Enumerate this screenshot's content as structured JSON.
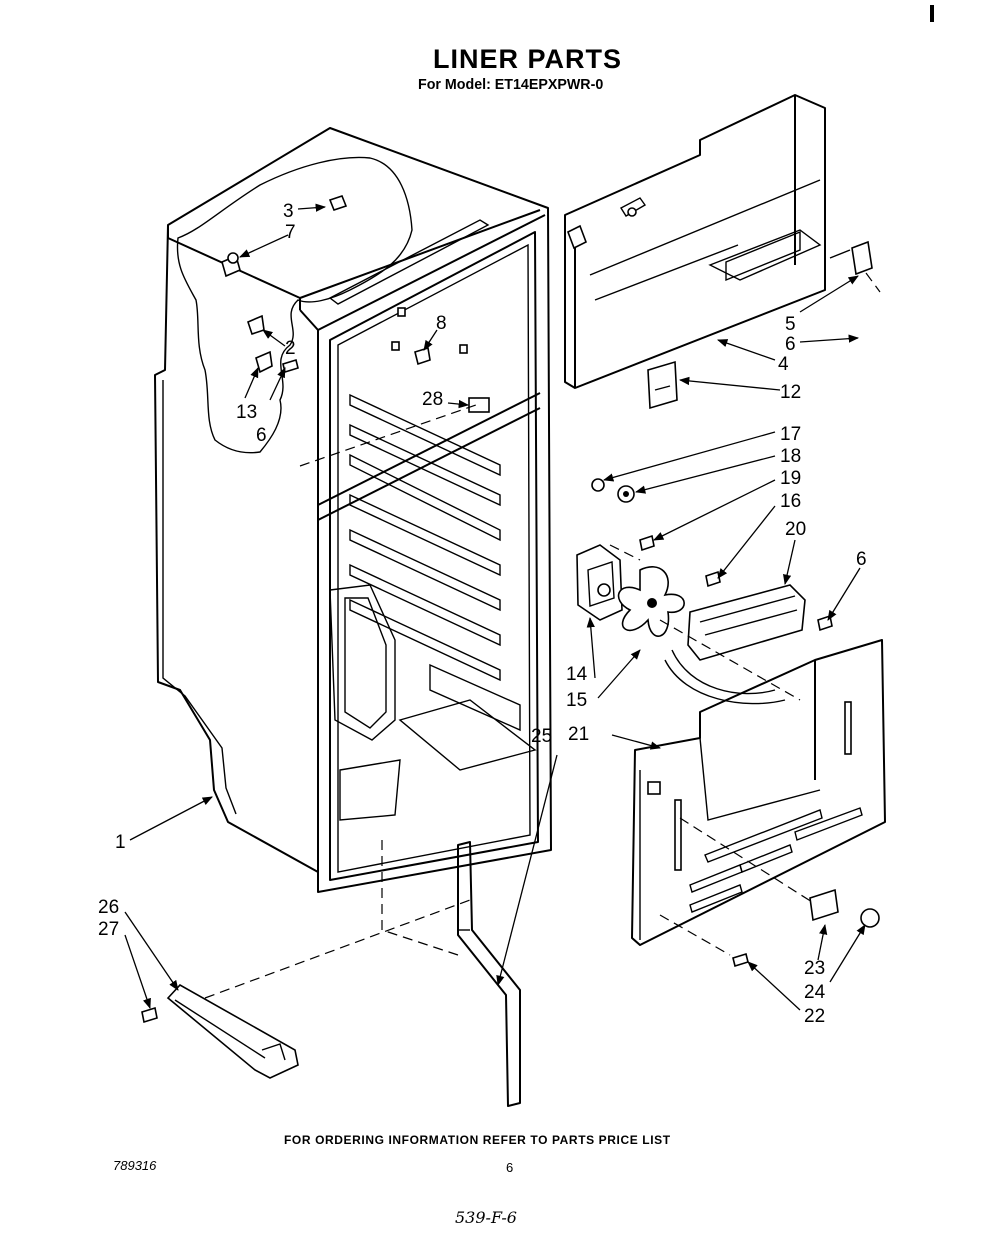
{
  "header": {
    "title": "LINER PARTS",
    "model_line": "For Model: ET14EPXPWR-0"
  },
  "footer": {
    "ordering_note": "FOR ORDERING INFORMATION REFER TO PARTS PRICE LIST",
    "document_number": "789316",
    "page_number": "6",
    "handwritten_note": "539-F-6"
  },
  "callouts": {
    "c1": "1",
    "c2": "2",
    "c3": "3",
    "c4": "4",
    "c5": "5",
    "c6a": "6",
    "c6b": "6",
    "c6c": "6",
    "c7": "7",
    "c8": "8",
    "c12": "12",
    "c13": "13",
    "c14": "14",
    "c15": "15",
    "c16": "16",
    "c17": "17",
    "c18": "18",
    "c19": "19",
    "c20": "20",
    "c21": "21",
    "c22": "22",
    "c23": "23",
    "c24": "24",
    "c25": "25",
    "c26": "26",
    "c27": "27",
    "c28": "28"
  }
}
